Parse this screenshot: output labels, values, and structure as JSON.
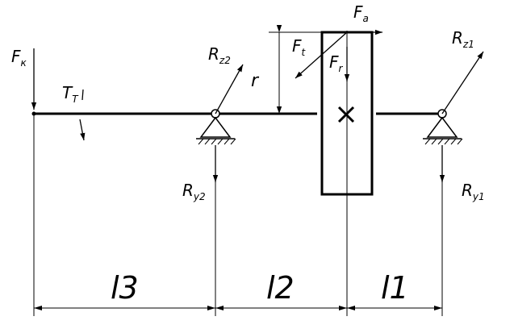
{
  "forces": {
    "fk": {
      "main": "F",
      "sub": "к"
    },
    "tt": {
      "main": "T",
      "sub": "T"
    },
    "rz2": {
      "main": "R",
      "sub": "z2"
    },
    "ry2": {
      "main": "R",
      "sub": "y2"
    },
    "ft": {
      "main": "F",
      "sub": "t"
    },
    "fa": {
      "main": "F",
      "sub": "a"
    },
    "fr": {
      "main": "F",
      "sub": "r"
    },
    "rz1": {
      "main": "R",
      "sub": "z1"
    },
    "ry1": {
      "main": "R",
      "sub": "y1"
    }
  },
  "radius_label": "r",
  "dimensions": {
    "l1": "l1",
    "l2": "l2",
    "l3": "l3"
  }
}
